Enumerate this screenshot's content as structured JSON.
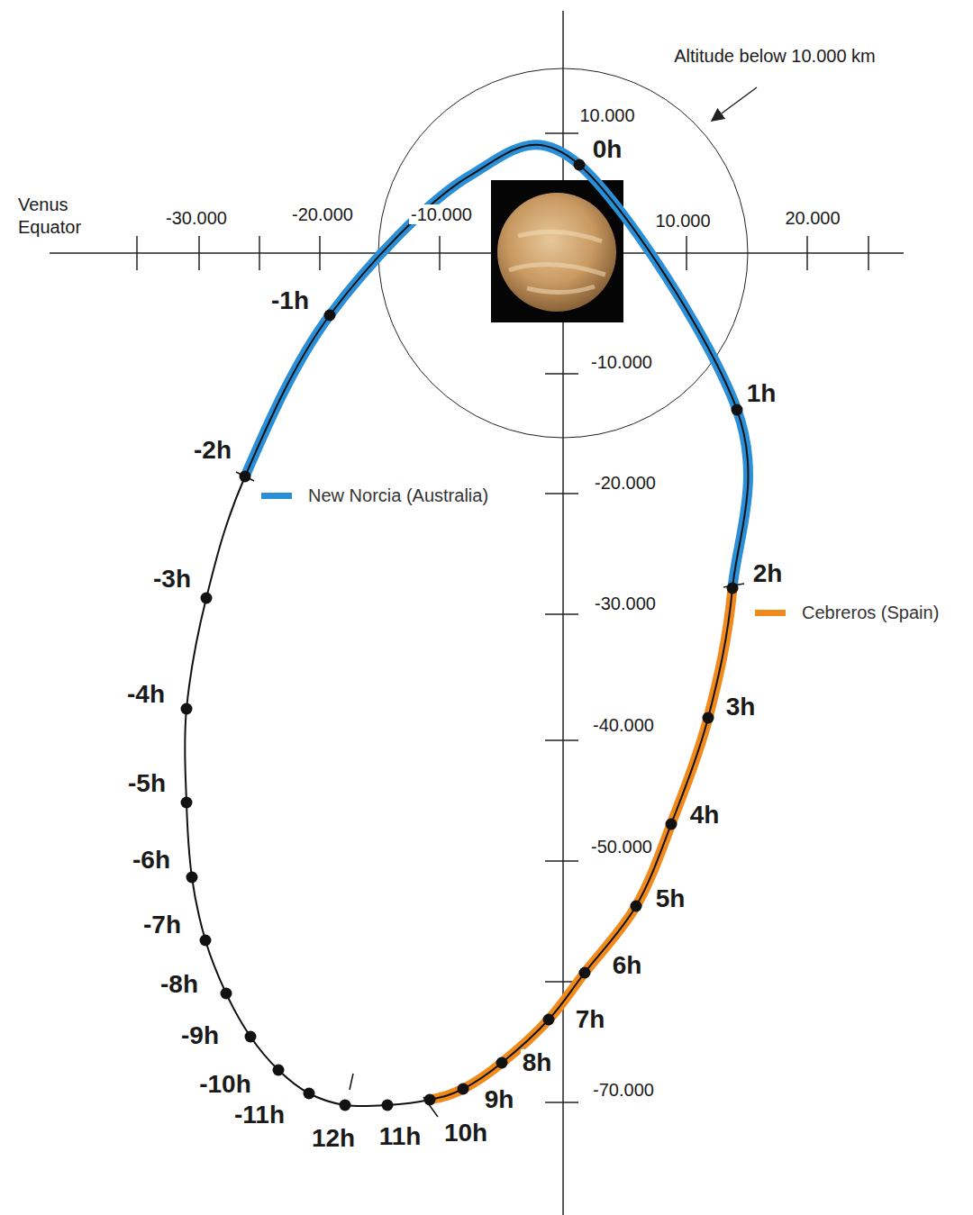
{
  "diagram": {
    "labels": [
      "Venus Equator",
      "Altitude below 10.000 km",
      "-30.000",
      "-20.000",
      "-10.000",
      "10.000",
      "20.000",
      "10.000",
      "-10.000",
      "-20.000",
      "-30.000",
      "-40.000",
      "-50.000",
      "-70.000",
      "0h",
      "1h",
      "2h",
      "3h",
      "4h",
      "5h",
      "6h",
      "7h",
      "8h",
      "9h",
      "10h",
      "11h",
      "12h",
      "-11h",
      "-10h",
      "-9h",
      "-8h",
      "-7h",
      "-6h",
      "-5h",
      "-4h",
      "-3h",
      "-2h",
      "-1h"
    ],
    "legend": [
      {
        "text": "New Norcia (Australia)",
        "color": "#2a8fd6"
      },
      {
        "text": "Cebreros (Spain)",
        "color": "#f08a1c"
      }
    ]
  }
}
